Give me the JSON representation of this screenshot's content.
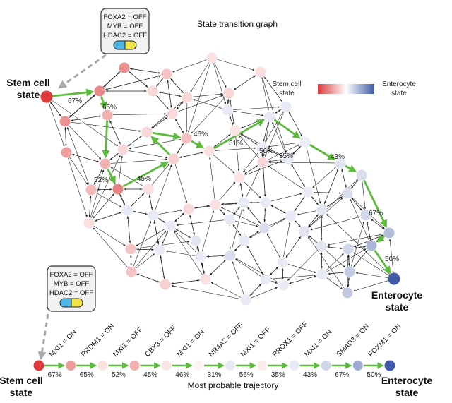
{
  "graph": {
    "title": "State transition graph",
    "start_label_line1": "Stem cell",
    "start_label_line2": "state",
    "end_label_line1": "Enterocyte",
    "end_label_line2": "state",
    "path_percents": [
      "67%",
      "65%",
      "52%",
      "45%",
      "46%",
      "31%",
      "56%",
      "35%",
      "43%",
      "67%",
      "50%"
    ]
  },
  "legend": {
    "left_line1": "Stem cell",
    "left_line2": "state",
    "right_line1": "Enterocyte",
    "right_line2": "state",
    "color_low": "#dd3b3b",
    "color_mid": "#ffffff",
    "color_high": "#3f5aa8"
  },
  "condition_box": {
    "lines": [
      "FOXA2 = OFF",
      "MYB = OFF",
      "HDAC2 = OFF"
    ],
    "pill_left_color": "#4fb6e8",
    "pill_right_color": "#f2e24a"
  },
  "trajectory": {
    "title": "Most probable trajectory",
    "start_label_line1": "Stem cell",
    "start_label_line2": "state",
    "end_label_line1": "Enterocyte",
    "end_label_line2": "state",
    "genes": [
      "MXI1 = ON",
      "PRDM1 = ON",
      "MXI1 = OFF",
      "CBX3 = OFF",
      "MXI1 = ON",
      "NR4A2 = OFF",
      "MXI1 = OFF",
      "PROX1 = OFF",
      "MXI1 = ON",
      "SMAD3 = ON",
      "FOXM1 = ON"
    ],
    "percents": [
      "67%",
      "65%",
      "52%",
      "45%",
      "46%",
      "31%",
      "56%",
      "35%",
      "43%",
      "67%",
      "50%"
    ],
    "node_values": [
      0.0,
      0.25,
      0.42,
      0.3,
      0.43,
      0.47,
      0.56,
      0.45,
      0.56,
      0.62,
      0.75,
      1.0
    ]
  },
  "colors": {
    "path_green": "#5cba3c",
    "edge_black": "#222222",
    "dashed_gray": "#aaaaaa"
  }
}
